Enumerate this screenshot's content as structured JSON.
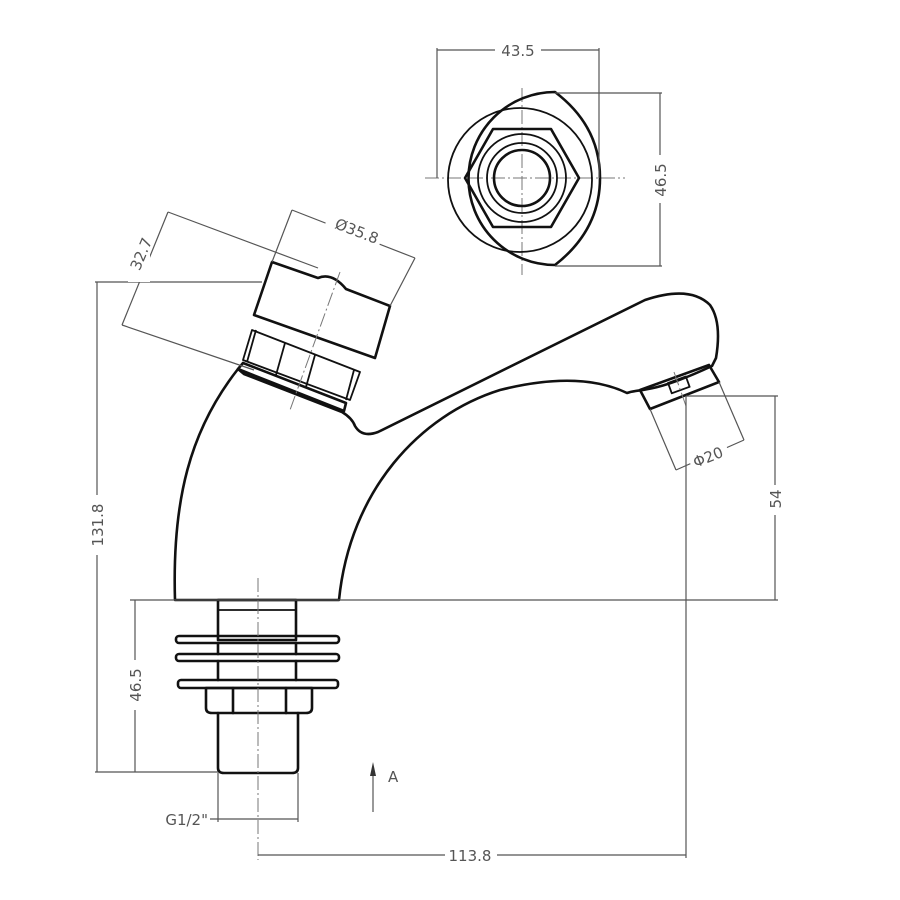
{
  "drawing": {
    "title": "Self-closing basin tap — technical drawing",
    "line_color": "#111111",
    "dimension_color": "#555555",
    "background": "#ffffff"
  },
  "top_view": {
    "width_label": "43.5",
    "height_label": "46.5"
  },
  "side_view": {
    "button_height_label": "32.7",
    "button_diameter_label": "Ø35.8",
    "aerator_diameter_label": "Φ20",
    "spout_height_label": "54",
    "total_height_label": "131.8",
    "shank_length_label": "46.5",
    "thread_label": "G1/2\"",
    "reach_label": "113.8",
    "view_arrow_label": "A"
  }
}
